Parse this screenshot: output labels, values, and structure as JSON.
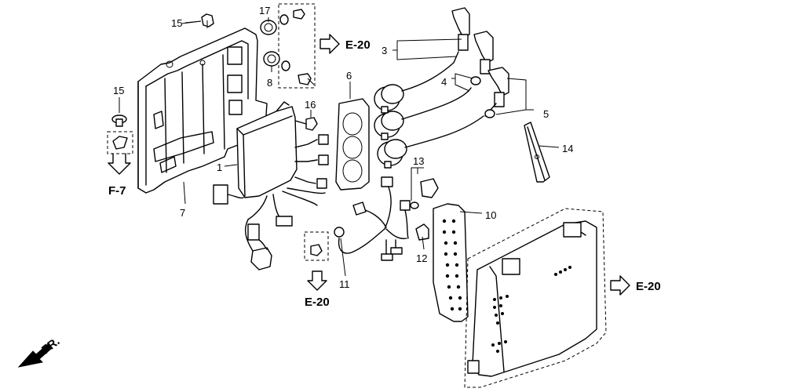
{
  "diagram": {
    "part_numbers": {
      "p1": "1",
      "p3": "3",
      "p4": "4",
      "p5": "5",
      "p6": "6",
      "p7": "7",
      "p8": "8",
      "p10": "10",
      "p11": "11",
      "p12": "12",
      "p13": "13",
      "p14": "14",
      "p15a": "15",
      "p15b": "15",
      "p16": "16",
      "p17": "17"
    },
    "refs": {
      "e20_top": "E-20",
      "e20_bottom": "E-20",
      "e20_right": "E-20",
      "f7": "F-7"
    },
    "direction_label": "FR."
  }
}
